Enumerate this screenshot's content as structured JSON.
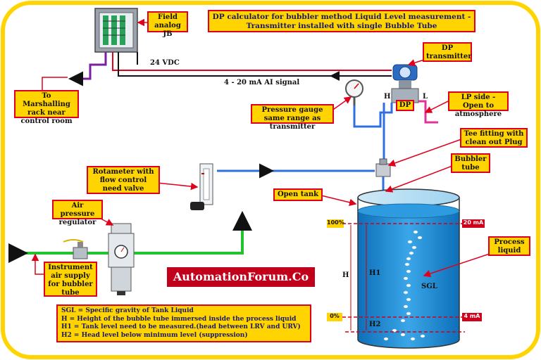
{
  "title_line1": "DP calculator for bubbler method Liquid Level measurement -",
  "title_line2": "Transmitter installed with single Bubble Tube",
  "labels": {
    "field_jb": "Field analog JB",
    "dp_transmitter": "DP transmitter",
    "to_marshalling": "To Marshalling rack near control room",
    "lp_side": "LP side - Open to atmosphere",
    "pressure_gauge": "Pressure gauge same range as transmitter",
    "tee_fitting": "Tee fitting with clean out Plug",
    "bubbler_tube": "Bubbler tube",
    "rotameter": "Rotameter with flow control need valve",
    "open_tank": "Open tank",
    "air_regulator": "Air pressure regulator",
    "instrument_air": "Instrument air supply for bubbler tube",
    "process_liquid": "Process liquid"
  },
  "signals": {
    "vdc": "24 VDC",
    "ai_signal": "4 - 20 mA AI signal",
    "h_port": "H",
    "l_port": "L",
    "dp_tag": "DP"
  },
  "tank": {
    "pct_100": "100%",
    "pct_0": "0%",
    "ma_20": "20 mA",
    "ma_4": "4 mA",
    "H": "H",
    "H1": "H1",
    "H2": "H2",
    "SGL": "SGL"
  },
  "brand": "AutomationForum.Co",
  "legend": [
    "SGL = Specific gravity of Tank Liquid",
    "H = Height of the bubble tube immersed inside the process liquid",
    "H1 = Tank level need to be measured.(head between LRV and URV)",
    "H2 = Head level below minimum level (suppression)"
  ],
  "colors": {
    "border": "#ffd400",
    "label_bg": "#ffd400",
    "label_border": "#e0001b",
    "air_green": "#22c32e",
    "pipe_blue": "#2f6fe0",
    "signal_purple": "#7a1fa2",
    "liquid_blue": "#1f8fd6",
    "brand_red": "#c1001b"
  }
}
